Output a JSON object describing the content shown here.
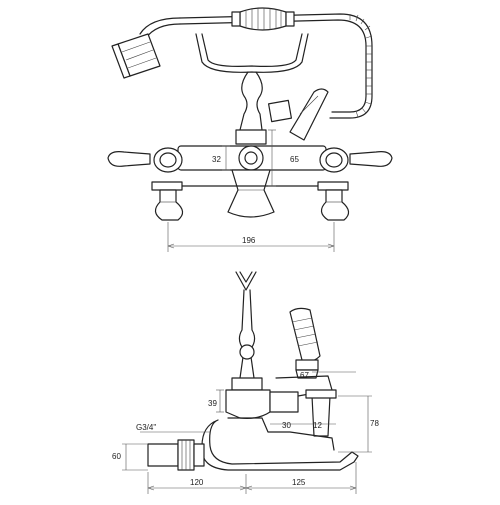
{
  "dimensions": {
    "top_view": {
      "height_left": "32",
      "height_right": "65",
      "width": "196"
    },
    "side_view": {
      "offset_top": "67",
      "height_body": "39",
      "depth_a": "30",
      "depth_b": "12",
      "height_total": "78",
      "thread": "G3/4\"",
      "height_base": "60",
      "length_left": "120",
      "length_right": "125"
    }
  }
}
